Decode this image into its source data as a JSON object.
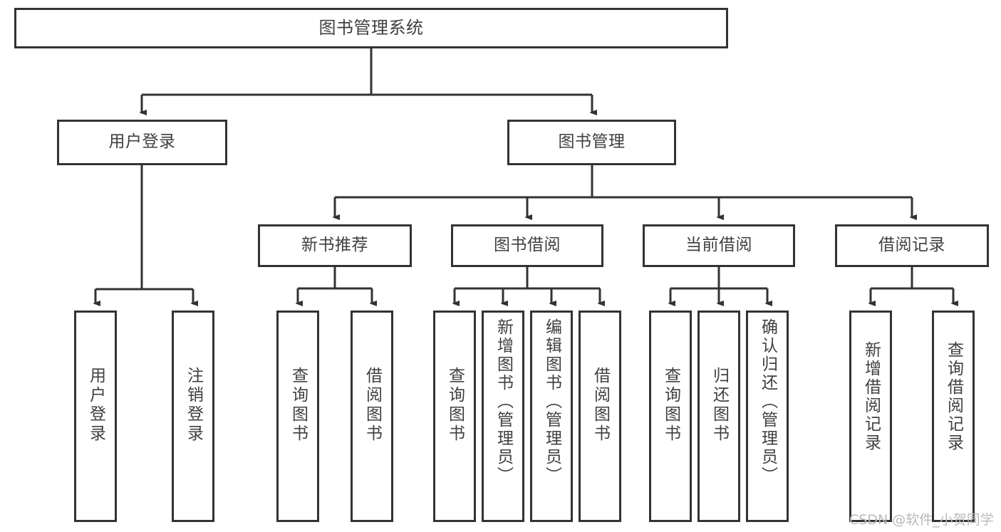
{
  "diagram": {
    "type": "tree",
    "title": "图书管理系统",
    "orientation": "top-down",
    "colors": {
      "stroke": "#333333",
      "text": "#404040",
      "background": "#ffffff",
      "watermark": "#b9b9b9"
    }
  },
  "root": {
    "label": "图书管理系统"
  },
  "level2": [
    {
      "label": "用户登录"
    },
    {
      "label": "图书管理"
    }
  ],
  "level3": [
    {
      "label": "新书推荐"
    },
    {
      "label": "图书借阅"
    },
    {
      "label": "当前借阅"
    },
    {
      "label": "借阅记录"
    }
  ],
  "leaves": {
    "user_login": [
      {
        "label": "用户登录"
      },
      {
        "label": "注销登录"
      }
    ],
    "new_book": [
      {
        "label": "查询图书"
      },
      {
        "label": "借阅图书"
      }
    ],
    "book_borrow": [
      {
        "label": "查询图书"
      },
      {
        "label": "新增图书（管理员）"
      },
      {
        "label": "编辑图书（管理员）"
      },
      {
        "label": "借阅图书"
      }
    ],
    "current_borrow": [
      {
        "label": "查询图书"
      },
      {
        "label": "归还图书"
      },
      {
        "label": "确认归还（管理员）"
      }
    ],
    "borrow_record": [
      {
        "label": "新增借阅记录"
      },
      {
        "label": "查询借阅记录"
      }
    ]
  },
  "watermark": {
    "text": "CSDN @软件_小贺同学"
  }
}
